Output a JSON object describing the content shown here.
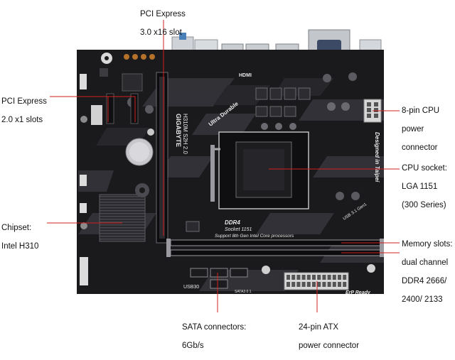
{
  "colors": {
    "pcb": "#1a1a1c",
    "pcb_pattern": "#3a3a3e",
    "heatsink": "#2c2c30",
    "slot_gray": "#9a9aa0",
    "callout_line": "#d21f1f",
    "label_text": "#111111"
  },
  "callouts": [
    {
      "id": "pcie-x16",
      "lines": [
        "PCI Express",
        "3.0 x16 slot"
      ]
    },
    {
      "id": "pcie-x1",
      "lines": [
        "PCI Express",
        "2.0 x1 slots"
      ]
    },
    {
      "id": "cpu-power",
      "lines": [
        "8-pin CPU",
        "power",
        "connector"
      ]
    },
    {
      "id": "cpu-socket",
      "lines": [
        "CPU socket:",
        "LGA 1151",
        "(300 Series)"
      ]
    },
    {
      "id": "chipset",
      "lines": [
        "Chipset:",
        "Intel H310"
      ]
    },
    {
      "id": "memory-slots",
      "lines": [
        "Memory slots:",
        "dual channel",
        "DDR4 2666/",
        "2400/ 2133"
      ]
    },
    {
      "id": "sata",
      "lines": [
        "SATA connectors:",
        "6Gb/s"
      ]
    },
    {
      "id": "atx-power",
      "lines": [
        "24-pin ATX",
        "power connector"
      ]
    }
  ],
  "board_text": {
    "brand_vertical": "GIGABYTE",
    "model_vertical": "H310M S2H 2.0",
    "ultra_durable": "Ultra Durable",
    "designed_in": "Designed in Taipei",
    "ddr4": "DDR4",
    "socket_line": "Socket 1151",
    "support_line": "Support 8th Gen Intel Core processors",
    "usb_label": "USB30",
    "sata_label": "SATA3 0  1",
    "erp": "ErP Ready",
    "hdmi": "HDMI",
    "usb31": "USB 3.1 Gen1"
  }
}
